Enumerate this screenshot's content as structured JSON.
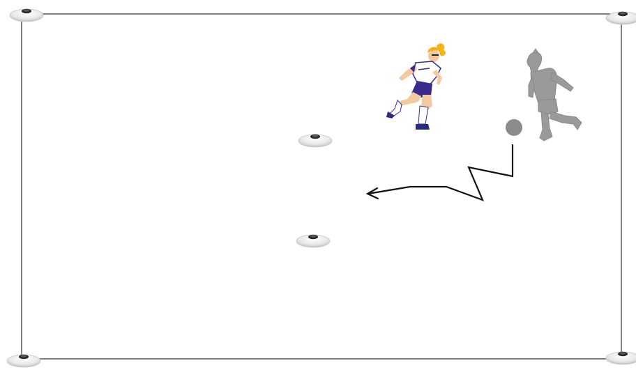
{
  "diagram": {
    "field": {
      "boundary_color": "#555555",
      "corner_cones": [
        "cone-top-left",
        "cone-top-right",
        "cone-bottom-left",
        "cone-bottom-right"
      ]
    },
    "gate_cones": [
      "cone-gate-top",
      "cone-gate-bottom"
    ],
    "players": [
      {
        "role": "attacker",
        "icon": "female-player-running-icon",
        "colors": {
          "hair": "#f6b21b",
          "shirt": "#ffffff",
          "shorts": "#3a2a8c",
          "socks": "#ffffff",
          "shoes": "#2c2a7a",
          "skin": "#f2c9a0"
        }
      },
      {
        "role": "defender",
        "icon": "grey-player-silhouette-icon",
        "colors": {
          "body": "#9a9a9a"
        }
      }
    ],
    "ball": {
      "icon": "ball-icon",
      "color": "#8c8c8c"
    },
    "dribble_path": {
      "icon": "zigzag-dribble-arrow-icon",
      "color": "#111111"
    }
  }
}
